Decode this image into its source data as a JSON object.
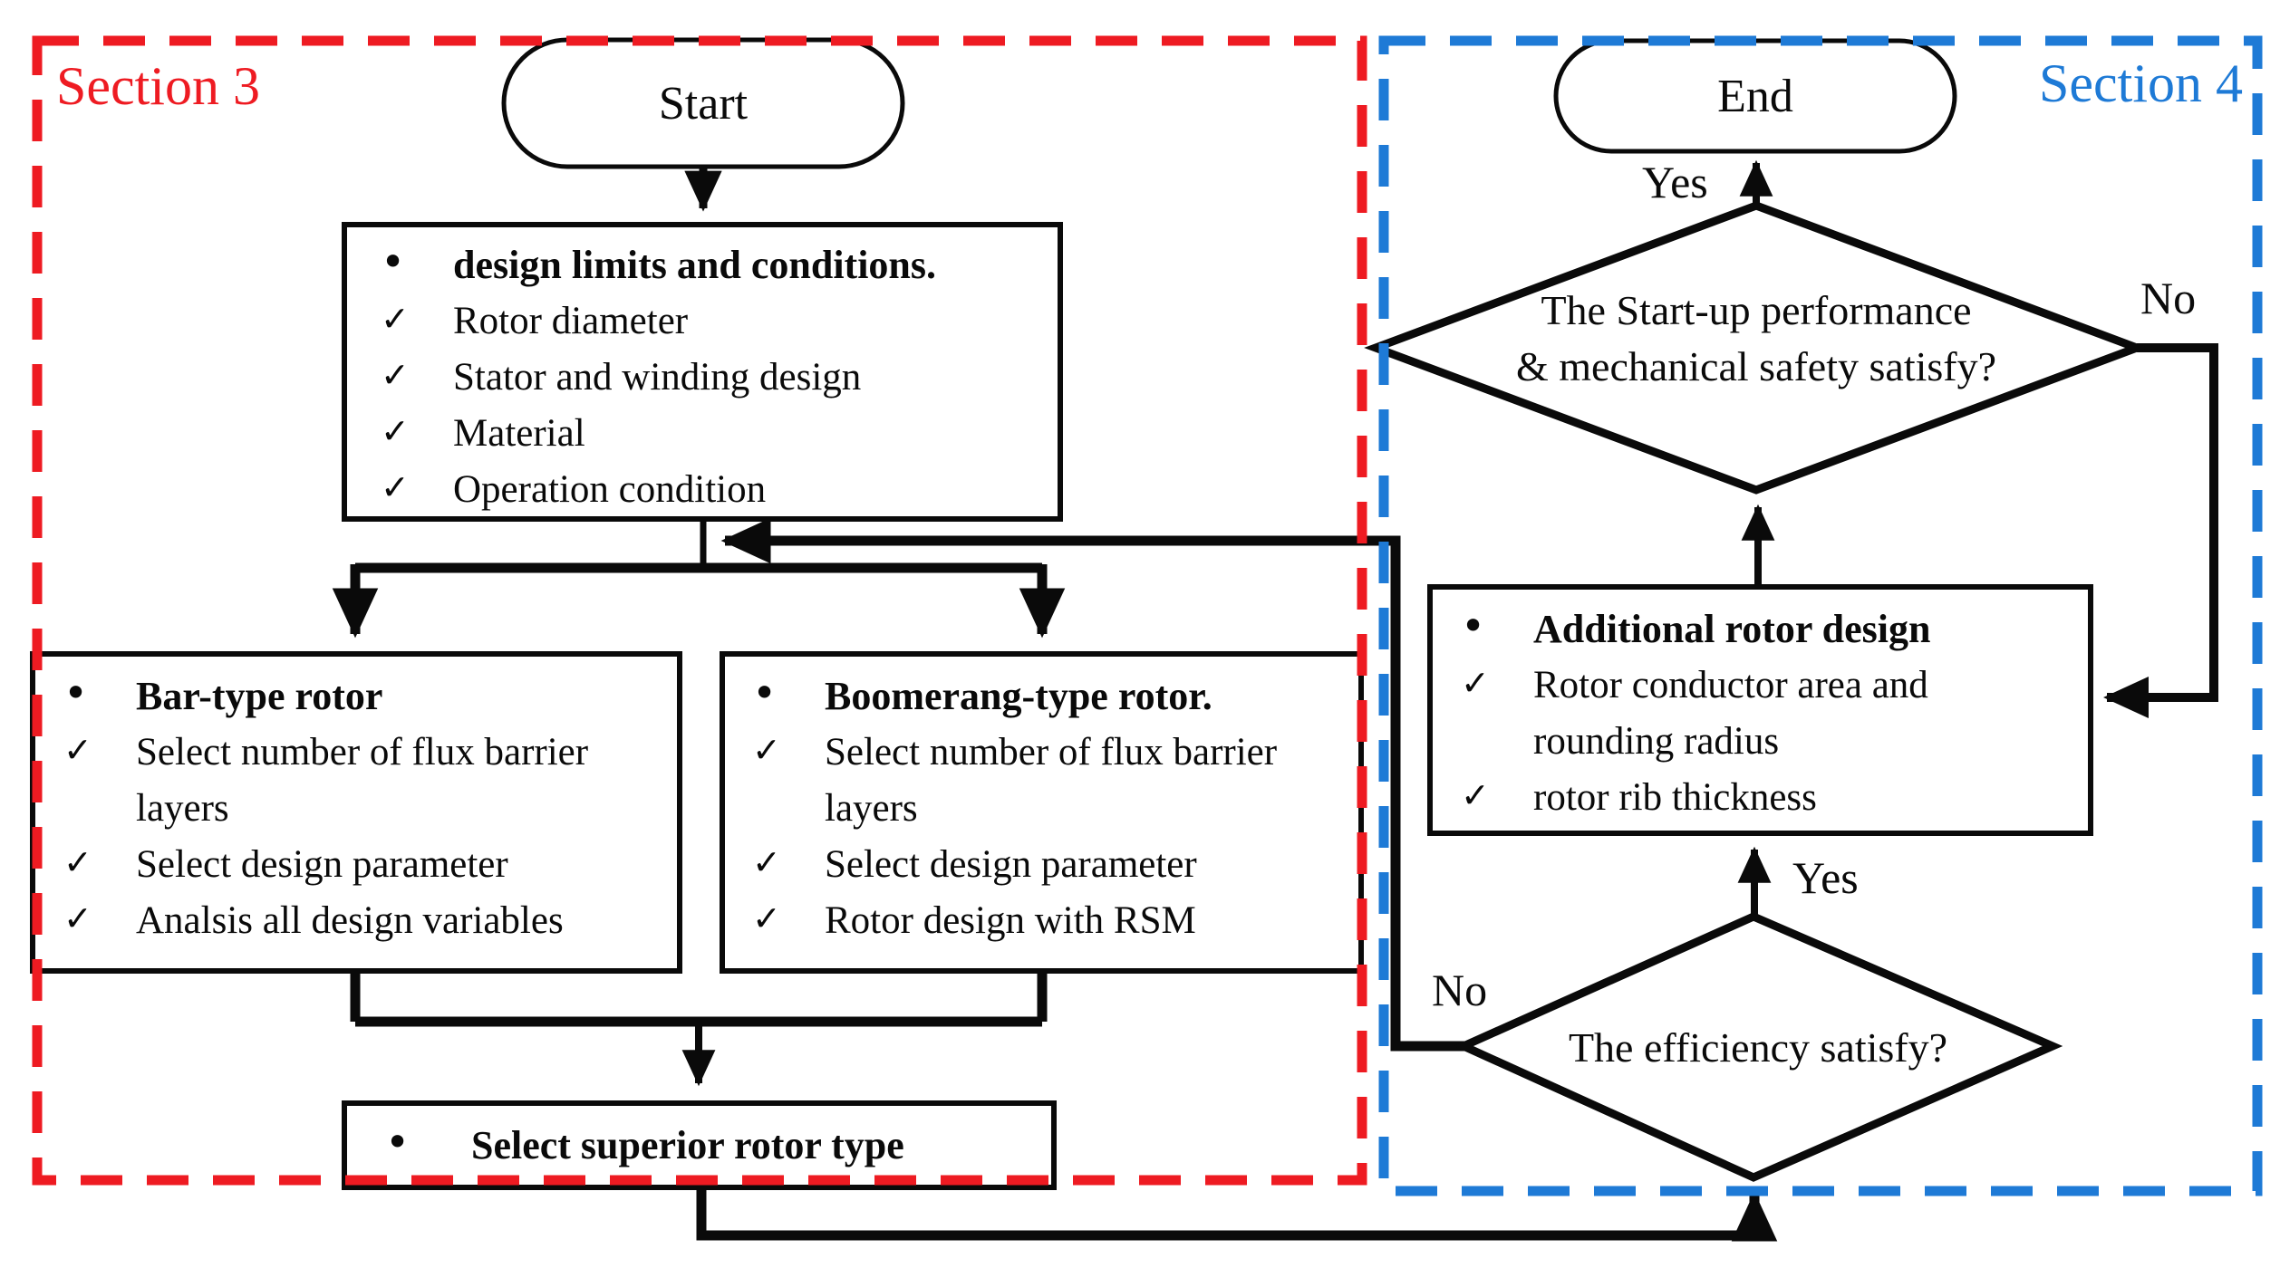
{
  "sections": {
    "section3": {
      "label": "Section 3",
      "color": "#ee1b22"
    },
    "section4": {
      "label": "Section 4",
      "color": "#1e7ad6"
    }
  },
  "markers": {
    "bullet": "•",
    "check": "✓"
  },
  "nodes": {
    "start": {
      "label": "Start"
    },
    "end": {
      "label": "End"
    },
    "design_limits": {
      "title": "design limits and conditions.",
      "items": [
        "Rotor diameter",
        "Stator and winding design",
        "Material",
        "Operation condition"
      ]
    },
    "bar_rotor": {
      "title": "Bar-type rotor",
      "items": [
        "Select number of flux barrier layers",
        "Select design parameter",
        "Analsis all design variables"
      ]
    },
    "boomerang_rotor": {
      "title": "Boomerang-type rotor.",
      "items": [
        "Select number of flux barrier layers",
        "Select design parameter",
        "Rotor design with RSM"
      ]
    },
    "select_superior": {
      "title": "Select superior rotor type"
    },
    "additional_design": {
      "title": "Additional rotor design",
      "items": [
        "Rotor conductor area and rounding radius",
        "rotor rib thickness"
      ]
    },
    "startup_check": {
      "line1": "The Start-up performance",
      "line2": "& mechanical safety satisfy?"
    },
    "efficiency_check": {
      "label": "The efficiency satisfy?"
    }
  },
  "edge_labels": {
    "startup_yes": "Yes",
    "startup_no": "No",
    "efficiency_yes": "Yes",
    "efficiency_no": "No"
  }
}
